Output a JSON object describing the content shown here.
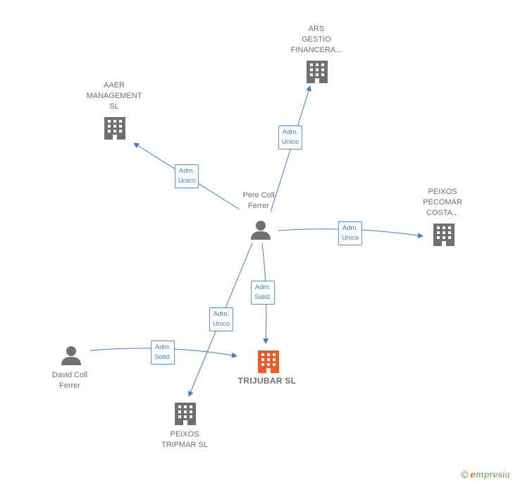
{
  "nodes": {
    "ars": {
      "label": "ARS\nGESTIO\nFINANCERA..."
    },
    "aaer": {
      "label": "AAER\nMANAGEMENT\nSL"
    },
    "pere": {
      "label": "Pere Coll\nFerrer"
    },
    "peixos_pecomar": {
      "label": "PEIXOS\nPECOMAR\nCOSTA..."
    },
    "david": {
      "label": "David Coll\nFerrer"
    },
    "trijubar": {
      "label": "TRIJUBAR  SL"
    },
    "peixos_tripmar": {
      "label": "PEIXOS\nTRIPMAR  SL"
    }
  },
  "relations": {
    "r_ars": {
      "label": "Adm.\nUnico"
    },
    "r_aaer": {
      "label": "Adm.\nUnico"
    },
    "r_pecomar": {
      "label": "Adm.\nUnico"
    },
    "r_trijubar_pere": {
      "label": "Adm.\nSolid."
    },
    "r_tripmar": {
      "label": "Adm.\nUnico"
    },
    "r_trijubar_david": {
      "label": "Adm.\nSolid."
    }
  },
  "colors": {
    "edge": "#3a7fd0",
    "company": "#707070",
    "main_company": "#f05a28",
    "person": "#707070"
  },
  "footer": {
    "copyright": "©",
    "brand_rest": "mpresia",
    "brand_initial": "e"
  }
}
